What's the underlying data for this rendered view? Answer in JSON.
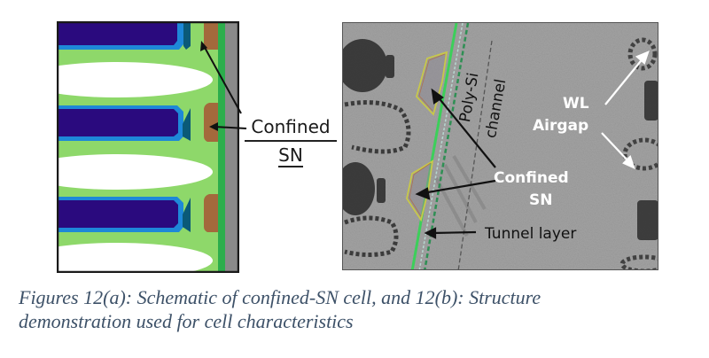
{
  "figure_a": {
    "label": "12(a)",
    "description": "Schematic of confined-SN cell",
    "callout": {
      "line1": "Confined",
      "line2": "SN"
    },
    "colors": {
      "word_line": "#2a0a7e",
      "blocking_oxide": "#1e88d8",
      "inter_layer": "#8ed86a",
      "airgap": "#ffffff",
      "charge_trap_dark": "#0a5a78",
      "confined_sn": "#a3693c",
      "tunnel": "#2cae4c",
      "channel": "#8a8a8a",
      "border": "#1a1a1a"
    }
  },
  "figure_b": {
    "label": "12(b)",
    "description": "Structure demonstration (TEM image)",
    "labels": {
      "poly_si": "Poly-Si",
      "channel": "channel",
      "wl": "WL",
      "airgap": "Airgap",
      "confined": "Confined",
      "sn": "SN",
      "tunnel_layer": "Tunnel layer"
    },
    "colors": {
      "tunnel_line": "#3ccf5a",
      "sn_outline": "#c8c84a",
      "background": "#9c9c9c"
    }
  },
  "caption": {
    "line1": "Figures 12(a): Schematic of confined-SN cell, and 12(b): Structure",
    "line2": "demonstration used for cell characteristics",
    "color": "#3d5168"
  }
}
